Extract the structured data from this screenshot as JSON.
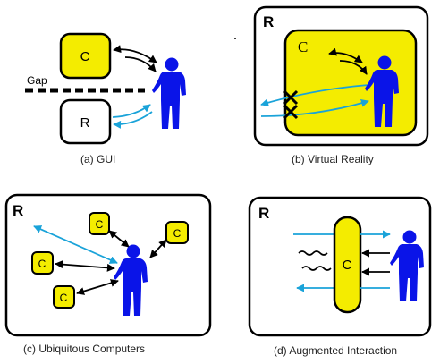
{
  "colors": {
    "yellow": "#f4ec00",
    "blue": "#0a14e8",
    "cyan": "#1aa3d9",
    "black": "#000000",
    "box_border": "#000000"
  },
  "panel_a": {
    "computer_label": "C",
    "real_label": "R",
    "gap_label": "Gap",
    "caption": "(a) GUI"
  },
  "panel_b": {
    "real_label": "R",
    "computer_label": "C",
    "caption": "(b) Virtual Reality"
  },
  "panel_c": {
    "real_label": "R",
    "computer_labels": [
      "C",
      "C",
      "C",
      "C"
    ],
    "caption": "(c) Ubiquitous Computers"
  },
  "panel_d": {
    "real_label": "R",
    "computer_label": "C",
    "caption": "(d) Augmented Interaction"
  },
  "icons": [
    "person-icon",
    "blocked-x-icon",
    "arrow-icon"
  ]
}
